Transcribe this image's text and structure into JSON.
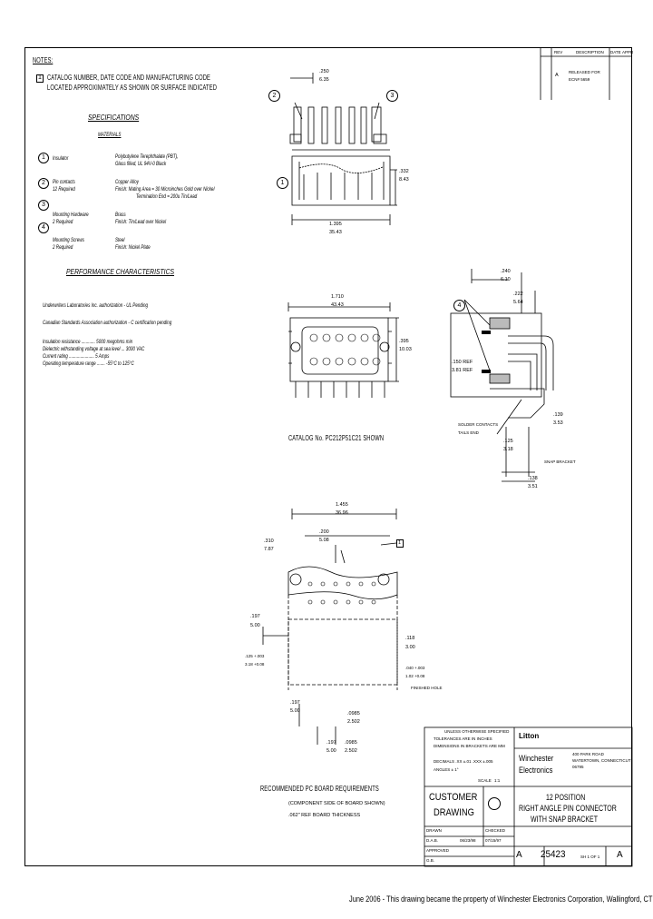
{
  "notes": {
    "title": "NOTES:",
    "item_number": "1",
    "line1": "CATALOG NUMBER, DATE CODE AND MANUFACTURING CODE",
    "line2": "LOCATED APPROXIMATELY AS SHOWN OR SURFACE INDICATED"
  },
  "specifications": {
    "title": "SPECIFICATIONS",
    "materials_title": "MATERIALS",
    "items": [
      {
        "num": "1",
        "name": "Insulator",
        "desc1": "Polybutylene Terephthalate (PBT),",
        "desc2": "Glass filled, UL 94V-0 Black"
      },
      {
        "num": "2",
        "name": "Pin contacts",
        "qty": "12 Required",
        "desc1": "Copper Alloy",
        "desc2": "Finish: Mating Area = 30 Microinches Gold over Nickel",
        "desc3": "Termination End = 200u Tin/Lead"
      },
      {
        "num": "3",
        "name": "Mounting Hardware",
        "qty": "2 Required",
        "desc1": "Brass",
        "desc2": "Finish: Tin/Lead over Nickel"
      },
      {
        "num": "4",
        "name": "Mounting Screws",
        "qty": "2 Required",
        "desc1": "Steel",
        "desc2": "Finish: Nickel Plate"
      }
    ]
  },
  "performance": {
    "title": "PERFORMANCE CHARACTERISTICS",
    "ul": "Underwriters Laboratories Inc. authorization - UL Pending",
    "csa": "Canadian Standards Association authorization - C certification pending",
    "insulation": "Insulation resistance ............ 5000 megohms min",
    "dielectric": "Dielectric withstanding voltage at sea level ... 3000 VAC",
    "current": "Current rating ...................... 5 Amps",
    "temperature": "Operating temperature range ....... -55°C to 125°C"
  },
  "views": {
    "catalog_caption": "CATALOG No. PC212P51C21 SHOWN",
    "pcb_caption": "RECOMMENDED PC BOARD REQUIREMENTS",
    "pcb_sub1": "(COMPONENT SIDE OF BOARD SHOWN)",
    "pcb_sub2": ".062\" REF BOARD THICKNESS",
    "solder_label1": "SOLDER CONTACTS",
    "solder_label2": "TAILS END",
    "snap_label": "SNAP BRACKET",
    "finished_hole": "FINISHED HOLE"
  },
  "dims": {
    "top_a1": ".250",
    "top_a2": "6.35",
    "side_h1": ".332",
    "side_h2": "8.43",
    "width1": "1.395",
    "width2": "35.43",
    "front_w1": "1.710",
    "front_w2": "43.43",
    "front_h1": ".395",
    "front_h2": "10.03",
    "r_top1": ".240",
    "r_top2": "6.10",
    "r_2": ".222",
    "r_3": "5.64",
    "r_4": ".150",
    "r_5": "3.81",
    "r_mid1": ".150 REF",
    "r_mid2": "3.81 REF",
    "r_bot1": ".139",
    "r_bot2": "3.53",
    "r_bot3": ".125",
    "r_bot4": "3.18",
    "r_bot5": ".138",
    "r_bot6": "3.51",
    "pcb_w1": "1.455",
    "pcb_w2": "36.96",
    "pcb_a1": ".200",
    "pcb_a2": "5.08",
    "pcb_b1": ".310",
    "pcb_b2": "7.87",
    "pcb_c1": ".197",
    "pcb_c2": "5.00",
    "pcb_d1": ".118",
    "pcb_d2": "3.00",
    "pcb_hole1": ".125 +.003",
    "pcb_hole2": "3.18 +0.08",
    "pcb_hole3": ".040 +.003",
    "pcb_hole4": "1.02 +0.08",
    "pcb_e1": ".197",
    "pcb_e2": "5.00",
    "pcb_f1": ".0985",
    "pcb_f2": "2.502",
    "pcb_g1": ".197",
    "pcb_g2": "5.00",
    "pcb_h1": ".0985",
    "pcb_h2": "2.502"
  },
  "revision": {
    "col_rev": "REV",
    "col_desc": "DESCRIPTION",
    "col_date": "DATE",
    "col_appr": "APPR",
    "rev": "A",
    "desc1": "RELEASED FOR",
    "desc2": "ECN# 5659"
  },
  "title_block": {
    "tol_title": "UNLESS OTHERWISE SPECIFIED",
    "tol1": "TOLERANCES ARE IN INCHES",
    "tol2": "DIMENSIONS IN BRACKETS ARE MM",
    "tol3": "DECIMALS .XX ±.01 .XXX ±.005",
    "tol4": "ANGLES ± 1°",
    "scale_label": "SCALE",
    "scale": "1:1",
    "company": "Litton",
    "company_div1": "Winchester",
    "company_div2": "Electronics",
    "address1": "400 PARK ROAD",
    "address2": "WATERTOWN, CONNECTICUT",
    "address3": "06795",
    "customer": "CUSTOMER",
    "drawing": "DRAWING",
    "title_line1": "12 POSITION",
    "title_line2": "RIGHT ANGLE PIN CONNECTOR",
    "title_line3": "WITH SNAP BRACKET",
    "drawn_label": "DRAWN",
    "drawn_by": "D.A.B.",
    "drawn_date": "06/23/98",
    "checked_label": "CHECKED",
    "checked_date": "07/15/97",
    "approved_label": "APPROVED",
    "approved_by": "G.B.",
    "size": "A",
    "dwg_no": "25423",
    "sheet": "SH  1  OF  1",
    "rev": "A"
  },
  "footer": "June 2006 - This drawing became the property of Winchester Electronics Corporation, Wallingford, CT"
}
